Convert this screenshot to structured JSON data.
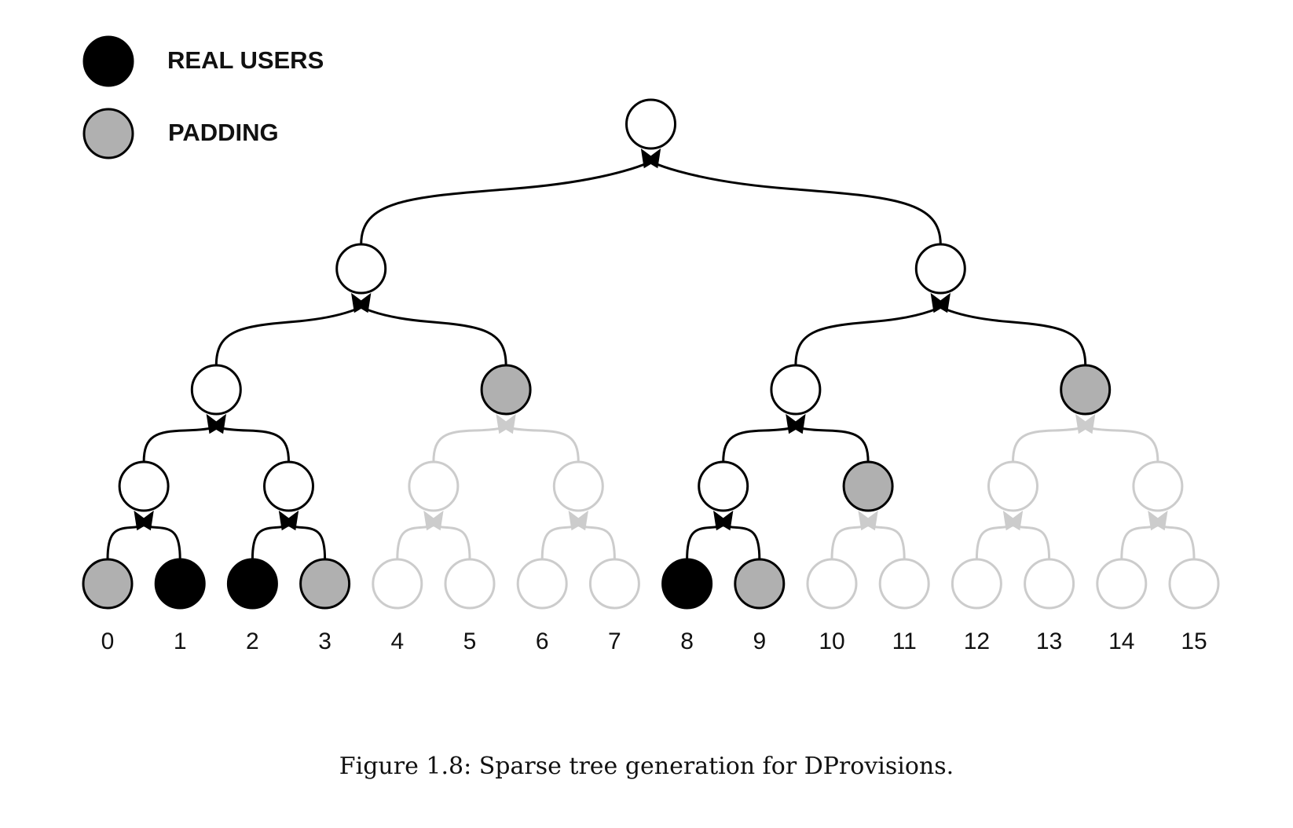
{
  "legend": [
    {
      "label": "REAL USERS",
      "color": "#000000"
    },
    {
      "label": "PADDING",
      "color": "#b0b0b0"
    }
  ],
  "tree": {
    "leaf_labels": [
      "0",
      "1",
      "2",
      "3",
      "4",
      "5",
      "6",
      "7",
      "8",
      "9",
      "10",
      "11",
      "12",
      "13",
      "14",
      "15"
    ],
    "levels": [
      {
        "depth": 0,
        "nodes": [
          "empty"
        ]
      },
      {
        "depth": 1,
        "nodes": [
          "empty",
          "empty"
        ]
      },
      {
        "depth": 2,
        "nodes": [
          "empty",
          "padding",
          "empty",
          "padding"
        ]
      },
      {
        "depth": 3,
        "nodes": [
          "empty",
          "empty",
          "faded",
          "faded",
          "empty",
          "padding",
          "faded",
          "faded"
        ]
      },
      {
        "depth": 4,
        "nodes": [
          "padding",
          "real",
          "real",
          "padding",
          "faded",
          "faded",
          "faded",
          "faded",
          "real",
          "padding",
          "faded",
          "faded",
          "faded",
          "faded",
          "faded",
          "faded"
        ]
      }
    ]
  },
  "colors": {
    "real": "#000000",
    "padding": "#b0b0b0",
    "empty_fill": "#ffffff",
    "stroke": "#000000",
    "faded": "#cccccc"
  },
  "caption": "Figure 1.8: Sparse tree generation for DProvisions."
}
